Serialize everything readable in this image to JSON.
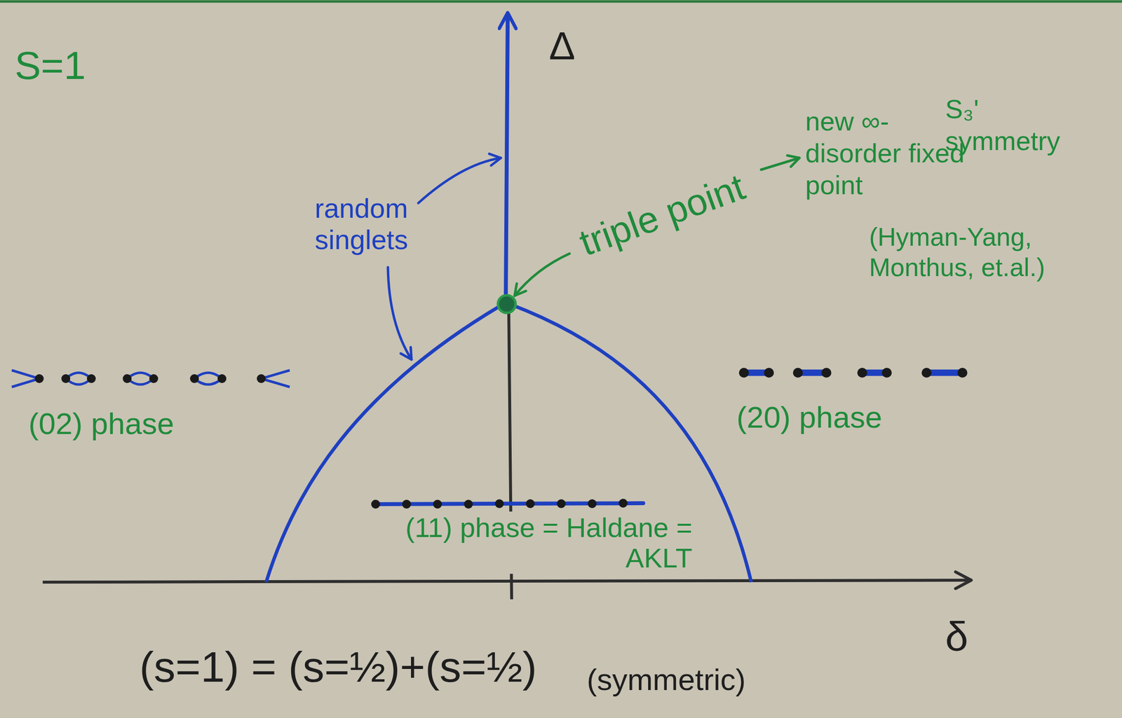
{
  "diagram": {
    "labels": [
      "S=1",
      "Δ",
      "S₃' symmetry",
      "random singlets",
      "triple point",
      "new ∞-disorder fixed point",
      "(Hyman-Yang, Monthus, et.al.)",
      "(02) phase",
      "(20) phase",
      "(11) phase = Haldane = AKLT",
      "δ",
      "(s=1) = (s=½)+(s=½)",
      "(symmetric)"
    ]
  }
}
